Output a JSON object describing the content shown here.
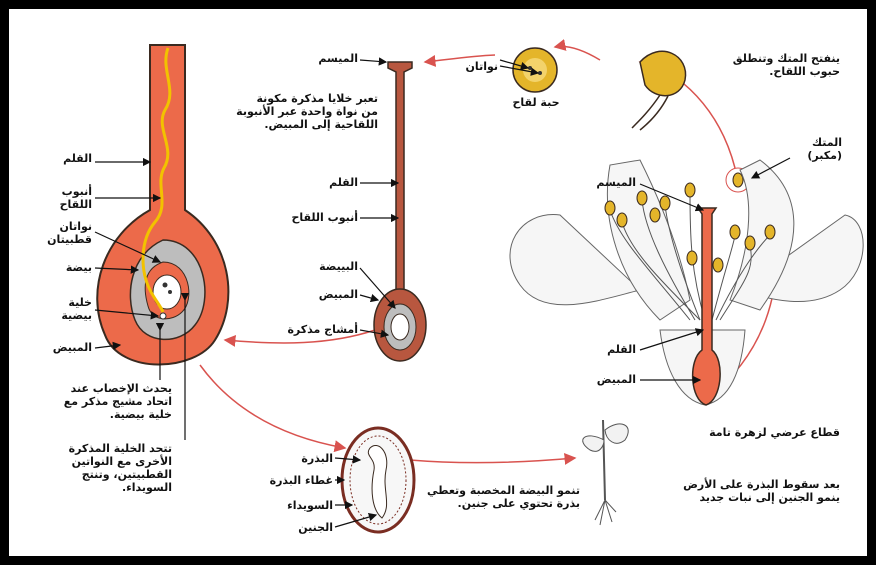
{
  "colors": {
    "flesh": "#ec6a4a",
    "flesh_dark": "#c94a30",
    "style_brown": "#b8573f",
    "grey": "#bdbdbd",
    "pollen_tube": "#f2c200",
    "pollen": "#e4b52a",
    "arrow_red": "#d9534f",
    "outline": "#3a2a20",
    "frame": "#000000"
  },
  "labels": {
    "tl_style": "القلم",
    "tl_tube": "أنبوب\nاللقاح",
    "tl_nuclei": "نواتان\nقطبيتان",
    "tl_egg": "بيضة",
    "tl_ovule_cell": "خلية\nبيضية",
    "tl_ovary": "المبيض",
    "tl_fertilization": "يحدث الإخصاب عند\nاتحاد مشيج مذكر مع\nخلية بيضية.",
    "tl_endosperm": "تتحد الخلية المذكرة\nالأخرى مع النواتين\nالقطبيتين، وتنتج\nالسويداء.",
    "mid_stigma": "الميسم",
    "mid_desc": "تعبر خلايا مذكرة مكونة\nمن نواة واحدة عبر الأنبوبة\nاللقاحية إلى المبيض.",
    "mid_style": "القلم",
    "mid_tube": "أنبوب اللقاح",
    "mid_ovule": "البييضة",
    "mid_ovary": "المبيض",
    "mid_gametes": "أمشاج مذكرة",
    "pollen_nuclei": "نواتان",
    "pollen_grain": "حبة لقاح",
    "anther_open": "ينفتح المتك وتنطلق\nحبوب اللقاح.",
    "anther": "المتك\n(مكبر)",
    "flower_stigma": "الميسم",
    "flower_style": "القلم",
    "flower_ovary": "المبيض",
    "flower_section": "قطاع عرضي لزهرة تامة",
    "seedling_desc": "بعد سقوط البذرة على الأرض\nينمو الجنين إلى نبات جديد",
    "seed_coat_label": "البذرة",
    "seed_cover": "غطاء البذرة",
    "seed_endosperm": "السويداء",
    "seed_embryo": "الجنين",
    "seed_desc": "تنمو البيضة المخصبة وتعطي\nبذرة تحتوي على جنين."
  }
}
